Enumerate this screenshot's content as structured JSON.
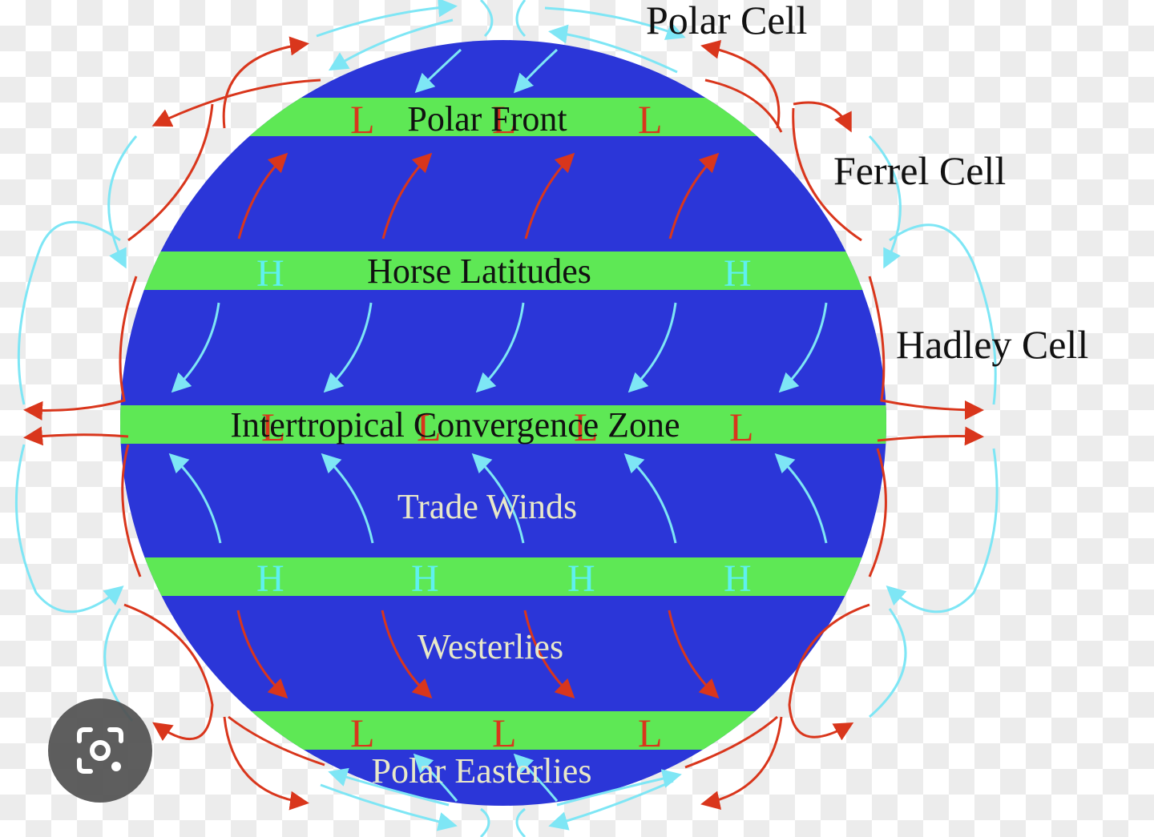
{
  "labels": {
    "polar_cell": "Polar Cell",
    "ferrel_cell": "Ferrel Cell",
    "hadley_cell": "Hadley Cell",
    "polar_front": "Polar Front",
    "horse_latitudes": "Horse Latitudes",
    "itcz": "Intertropical Convergence Zone",
    "trade_winds": "Trade Winds",
    "westerlies": "Westerlies",
    "polar_easterlies": "Polar Easterlies"
  },
  "pressure": {
    "low": "L",
    "high": "H"
  },
  "colors": {
    "globe": "#2b36d8",
    "band": "#5ee855",
    "cold_arrow": "#7ee6f5",
    "warm_arrow": "#d9361c"
  },
  "icons": {
    "lens": "image-search-icon"
  }
}
